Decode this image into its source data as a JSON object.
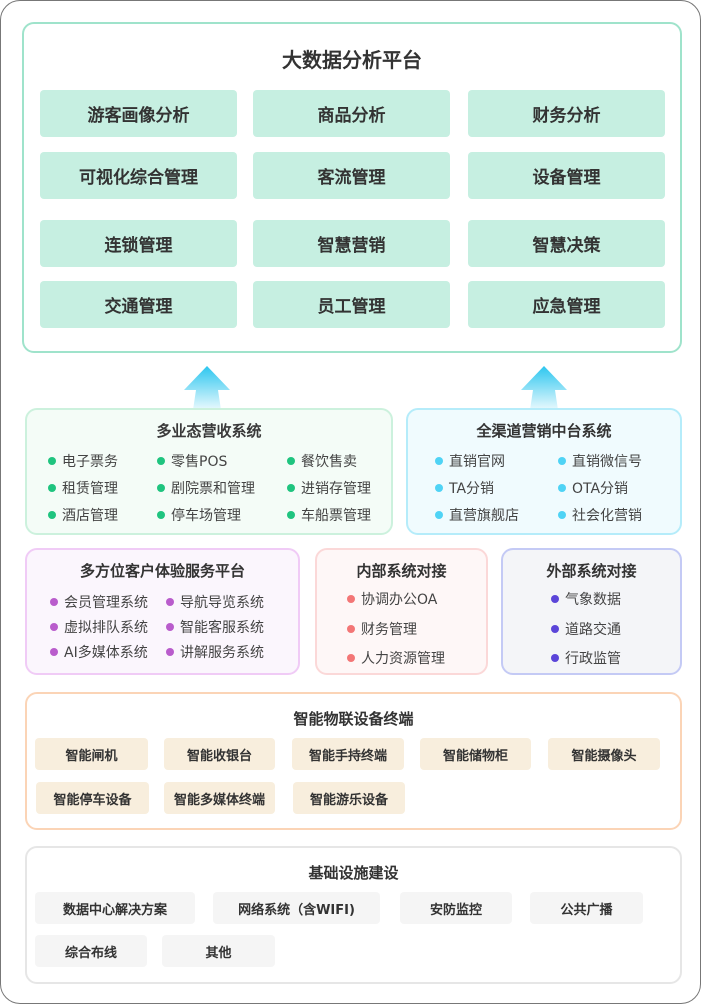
{
  "platform": {
    "title": "大数据分析平台",
    "modules": [
      "游客画像分析",
      "商品分析",
      "财务分析",
      "可视化综合管理",
      "客流管理",
      "设备管理",
      "连锁管理",
      "智慧营销",
      "智慧决策",
      "交通管理",
      "员工管理",
      "应急管理"
    ]
  },
  "revenue": {
    "title": "多业态营收系统",
    "items": [
      "电子票务",
      "零售POS",
      "餐饮售卖",
      "租赁管理",
      "剧院票和管理",
      "进销存管理",
      "酒店管理",
      "停车场管理",
      "车船票管理"
    ]
  },
  "marketing": {
    "title": "全渠道营销中台系统",
    "items": [
      "直销官网",
      "直销微信号",
      "TA分销",
      "OTA分销",
      "直营旗舰店",
      "社会化营销"
    ]
  },
  "experience": {
    "title": "多方位客户体验服务平台",
    "items": [
      "会员管理系统",
      "导航导览系统",
      "虚拟排队系统",
      "智能客服系统",
      "AI多媒体系统",
      "讲解服务系统"
    ]
  },
  "internal": {
    "title": "内部系统对接",
    "items": [
      "协调办公OA",
      "财务管理",
      "人力资源管理"
    ]
  },
  "external": {
    "title": "外部系统对接",
    "items": [
      "气象数据",
      "道路交通",
      "行政监管"
    ]
  },
  "iot": {
    "title": "智能物联设备终端",
    "items": [
      "智能闸机",
      "智能收银台",
      "智能手持终端",
      "智能储物柜",
      "智能摄像头",
      "智能停车设备",
      "智能多媒体终端",
      "智能游乐设备"
    ]
  },
  "infra": {
    "title": "基础设施建设",
    "items": [
      "数据中心解决方案",
      "网络系统（含WIFI)",
      "安防监控",
      "公共广播",
      "综合布线",
      "其他"
    ]
  },
  "colors": {
    "green": "#1fc47f",
    "cyan": "#4fd3f5",
    "purple": "#b95ccc",
    "red": "#f37676",
    "indigo": "#5b45d9"
  }
}
